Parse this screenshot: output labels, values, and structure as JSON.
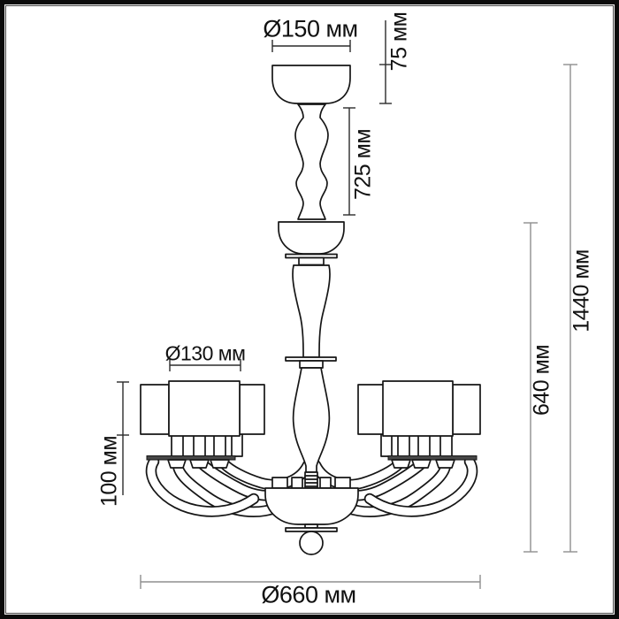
{
  "drawing": {
    "subject": "chandelier-technical-drawing",
    "background": "#ffffff",
    "frame_color": "#0b0b0b",
    "line_color": "#161616",
    "dim_line_color_dark": "#2b2b2b",
    "dim_line_color_light": "#8f8f8f"
  },
  "dimensions": {
    "canopy_diameter": "Ø150 мм",
    "canopy_height": "75 мм",
    "stem_length": "725 мм",
    "shade_diameter": "Ø130 мм",
    "shade_height": "100 мм",
    "body_height": "640 мм",
    "total_height": "1440 мм",
    "total_diameter": "Ø660 мм"
  }
}
